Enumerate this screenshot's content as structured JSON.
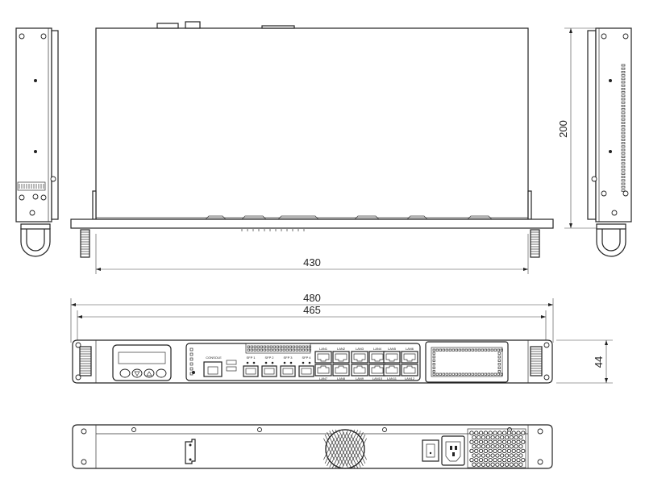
{
  "dimensions": {
    "top_width": "430",
    "overall_width": "480",
    "mount_width": "465",
    "depth": "200",
    "height": "44"
  },
  "front_panel": {
    "console_label": "CONSOLE",
    "sfp_labels": [
      "SFP 1",
      "SFP 2",
      "SFP 3",
      "SFP 4"
    ],
    "lan_labels_top": [
      "LAN1",
      "LAN2",
      "LAN3",
      "LAN4",
      "LAN5",
      "LAN6"
    ],
    "lan_labels_bottom": [
      "LAN7",
      "LAN8",
      "LAN9",
      "LAN10",
      "LAN11",
      "LAN12"
    ]
  }
}
